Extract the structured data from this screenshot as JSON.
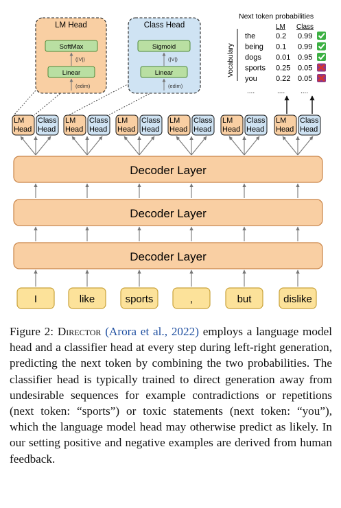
{
  "lm_head_box": {
    "title": "LM Head",
    "top_label": "SoftMax",
    "bottom_label": "Linear",
    "mid_dim": "(|V|)",
    "in_dim": "(edim)"
  },
  "class_head_box": {
    "title": "Class Head",
    "top_label": "Sigmoid",
    "bottom_label": "Linear",
    "mid_dim": "(|V|)",
    "in_dim": "(edim)"
  },
  "probability_table": {
    "title": "Next token probabilities",
    "side_label": "Vocabulary",
    "col_lm": "LM",
    "col_class": "Class",
    "rows": [
      {
        "token": "the",
        "lm": "0.2",
        "cls": "0.99",
        "status": "check"
      },
      {
        "token": "being",
        "lm": "0.1",
        "cls": "0.99",
        "status": "check"
      },
      {
        "token": "dogs",
        "lm": "0.01",
        "cls": "0.95",
        "status": "check"
      },
      {
        "token": "sports",
        "lm": "0.25",
        "cls": "0.05",
        "status": "cross"
      },
      {
        "token": "you",
        "lm": "0.22",
        "cls": "0.05",
        "status": "cross"
      }
    ],
    "ellipsis": "...."
  },
  "head_labels": {
    "lm_line1": "LM",
    "lm_line2": "Head",
    "class_line1": "Class",
    "class_line2": "Head"
  },
  "decoder_layers": [
    "Decoder Layer",
    "Decoder Layer",
    "Decoder Layer"
  ],
  "tokens": [
    "I",
    "like",
    "sports",
    ",",
    "but",
    "dislike"
  ],
  "caption": {
    "fig_label": "Figure 2:",
    "method": "Director",
    "citation": "(Arora et al., 2022)",
    "text": "employs a language model head and a classifier head at every step during left-right generation, predicting the next token by combining the two probabilities. The classifier head is typically trained to direct generation away from undesirable sequences for example contradictions or repetitions (next token: “sports”) or toxic statements (next token: “you”), which the language model head may otherwise predict as likely. In our setting positive and negative examples are derived from human feedback."
  },
  "colors": {
    "orange": "#f9cfa3",
    "orange_border": "#c98448",
    "blue": "#cfe3f3",
    "blue_border": "#5d7f9e",
    "green": "#b9dfa2",
    "green_border": "#4f8a3a",
    "token_fill": "#fce29a",
    "token_border": "#c9a23a",
    "check": "#3cb043",
    "cross": "#d9342b"
  }
}
